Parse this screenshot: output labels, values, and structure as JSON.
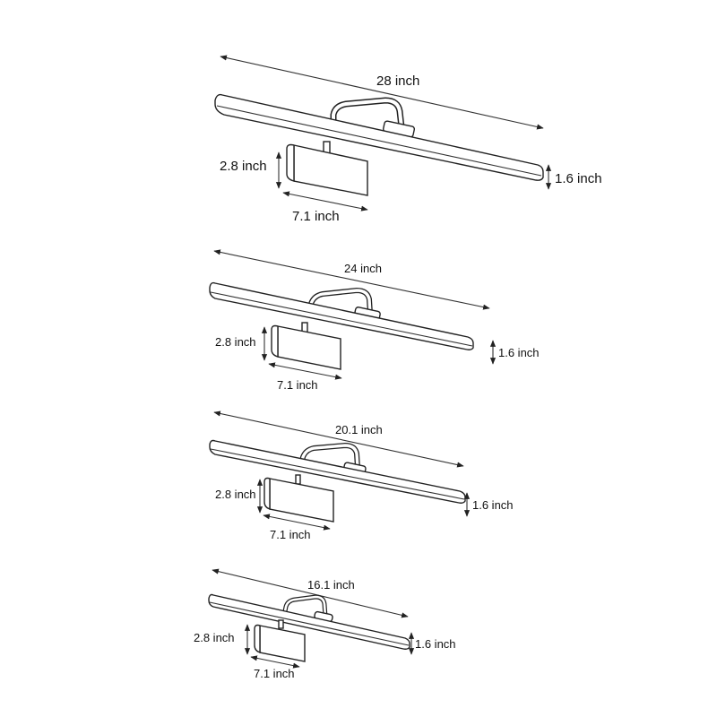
{
  "lamps": [
    {
      "length": "28 inch",
      "head_height": "2.8 inch",
      "head_width": "7.1 inch",
      "bar_height": "1.6 inch"
    },
    {
      "length": "24 inch",
      "head_height": "2.8 inch",
      "head_width": "7.1 inch",
      "bar_height": "1.6 inch"
    },
    {
      "length": "20.1 inch",
      "head_height": "2.8 inch",
      "head_width": "7.1 inch",
      "bar_height": "1.6 inch"
    },
    {
      "length": "16.1 inch",
      "head_height": "2.8 inch",
      "head_width": "7.1 inch",
      "bar_height": "1.6 inch"
    }
  ]
}
